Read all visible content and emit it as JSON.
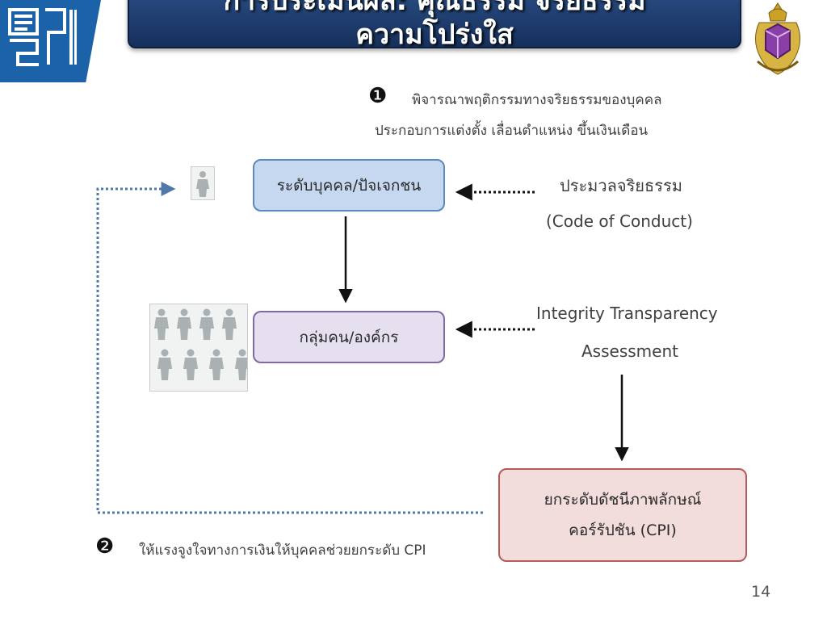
{
  "header": {
    "title_line1": "การประเมินผล: คุณธรรม จริยธรรม",
    "title_line2": "ความโปร่งใส",
    "band_color": "#1b62a8",
    "title_bg_color": "#1e3f73",
    "left_logo_icon": "institute-logo-icon",
    "right_logo_icon": "royal-crest-icon"
  },
  "step1": {
    "marker": "❶",
    "line1": "พิจารณาพฤติกรรมทางจริยธรรมของบุคคล",
    "line2": "ประกอบการแต่งตั้ง เลื่อนตำแหน่ง ขึ้นเงินเดือน"
  },
  "boxes": {
    "individual": {
      "label": "ระดับบุคคล/ปัจเจกชน",
      "color": "#c5d8f0"
    },
    "group": {
      "label": "กลุ่มคน/องค์กร",
      "color": "#e6dff0"
    },
    "cpi": {
      "line1": "ยกระดับดัชนีภาพลักษณ์",
      "line2": "คอร์รัปชัน (CPI)",
      "color": "#f2dcdc"
    }
  },
  "code_of_conduct": {
    "line1": "ประมวลจริยธรรม",
    "line2": "(Code of Conduct)"
  },
  "ita": {
    "line1": "Integrity Transparency",
    "line2": "Assessment"
  },
  "step2": {
    "marker": "❷",
    "text": "ให้แรงจูงใจทางการเงินให้บุคคลช่วยยกระดับ CPI"
  },
  "icons": {
    "single_person": "person-icon",
    "group_people": "people-group-icon"
  },
  "page_number": "14"
}
